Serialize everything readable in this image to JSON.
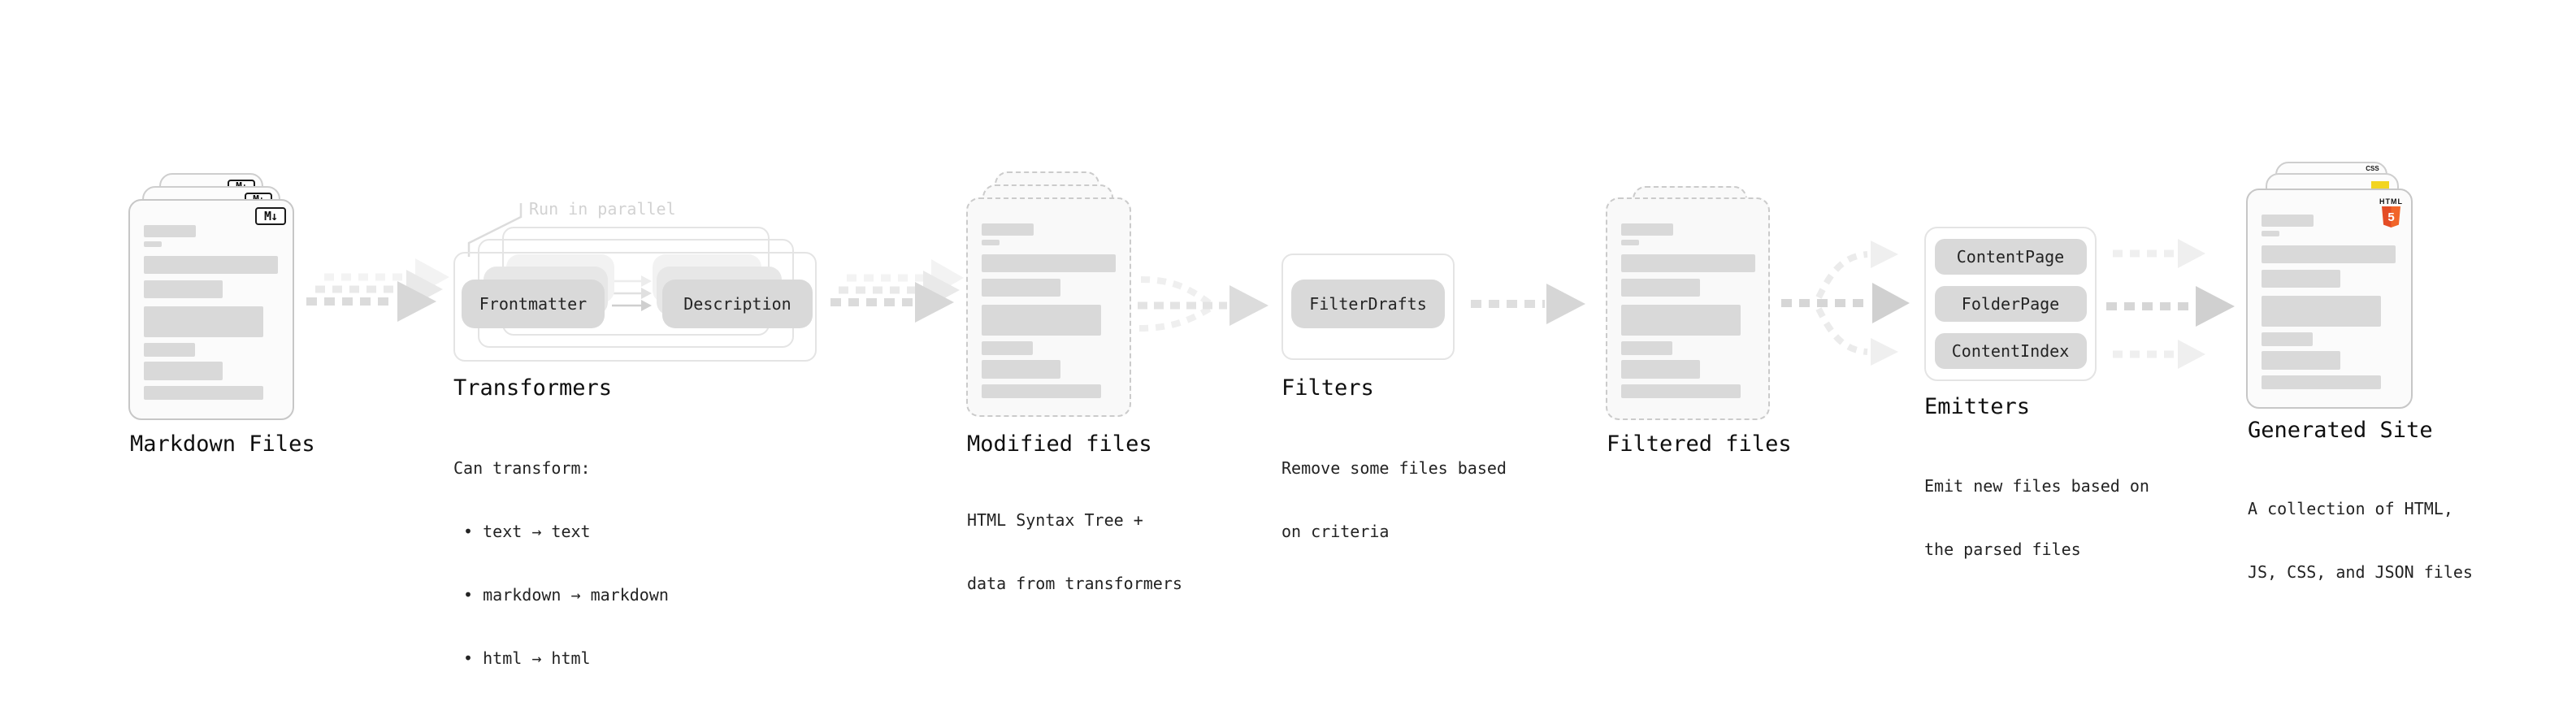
{
  "colors": {
    "bar_gray": "#d9d9d9",
    "pill_gray": "#d9d9d9",
    "card_border": "#c7c7c7",
    "box_border": "#e4e4e4",
    "html5_orange": "#e44d26",
    "js_yellow": "#f2d522",
    "css_blue": "#2f65f0",
    "faded_note": "#d2d2d2"
  },
  "sections": {
    "markdown_files": {
      "label": "Markdown Files",
      "file_type_icon": "M↓"
    },
    "transformers": {
      "label": "Transformers",
      "note": "Run in parallel",
      "pills": [
        "Frontmatter",
        "Description"
      ],
      "description_lines": [
        "Can transform:",
        " • text → text",
        " • markdown → markdown",
        " • html → html"
      ]
    },
    "modified_files": {
      "label": "Modified files",
      "description_lines": [
        "HTML Syntax Tree +",
        "data from transformers"
      ]
    },
    "filters": {
      "label": "Filters",
      "pills": [
        "FilterDrafts"
      ],
      "description_lines": [
        "Remove some files based",
        "on criteria"
      ]
    },
    "filtered_files": {
      "label": "Filtered files"
    },
    "emitters": {
      "label": "Emitters",
      "pills": [
        "ContentPage",
        "FolderPage",
        "ContentIndex"
      ],
      "description_lines": [
        "Emit new files based on",
        "the parsed files"
      ]
    },
    "generated_site": {
      "label": "Generated Site",
      "badges": {
        "html_label": "HTML",
        "html_number": "5",
        "css_label": "CSS"
      },
      "description_lines": [
        "A collection of HTML,",
        "JS, CSS, and JSON files"
      ]
    }
  }
}
